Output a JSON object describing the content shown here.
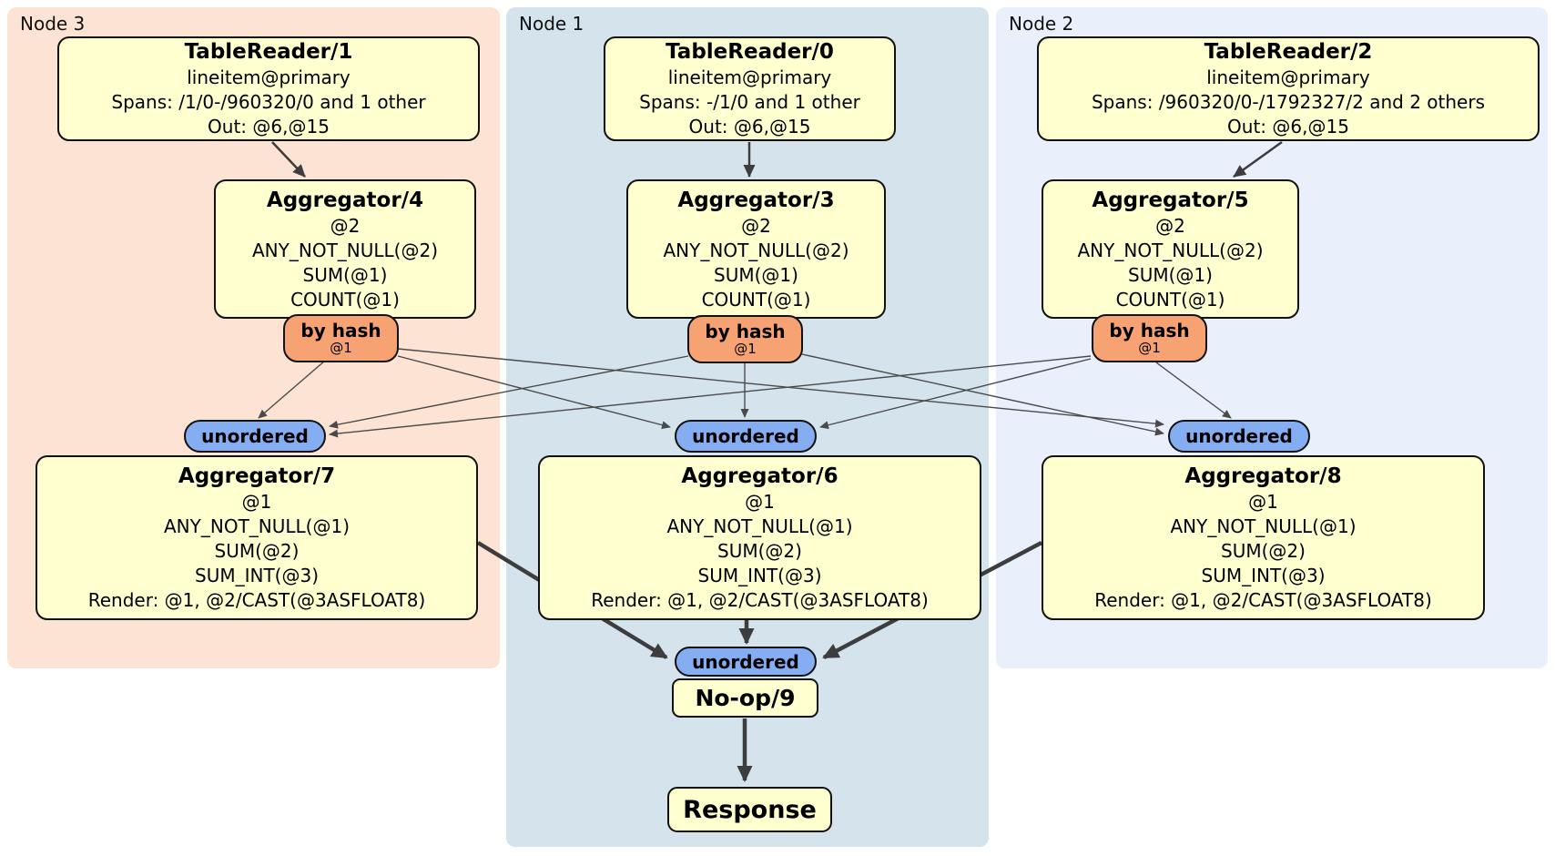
{
  "regions": {
    "node3": {
      "label": "Node 3",
      "bg": "#fce3d4"
    },
    "node1": {
      "label": "Node 1",
      "bg": "#d5e3ed"
    },
    "node2": {
      "label": "Node 2",
      "bg": "#e9effb"
    }
  },
  "colors": {
    "processor_fill": "#ffffcf",
    "router_fill": "#f7a273",
    "sync_fill": "#85aef2",
    "edge": "#3d3d3d"
  },
  "processors": {
    "tablereader1": {
      "title": "TableReader/1",
      "lines": [
        "lineitem@primary",
        "Spans: /1/0-/960320/0 and 1 other",
        "Out: @6,@15"
      ]
    },
    "tablereader0": {
      "title": "TableReader/0",
      "lines": [
        "lineitem@primary",
        "Spans: -/1/0 and 1 other",
        "Out: @6,@15"
      ]
    },
    "tablereader2": {
      "title": "TableReader/2",
      "lines": [
        "lineitem@primary",
        "Spans: /960320/0-/1792327/2 and 2 others",
        "Out: @6,@15"
      ]
    },
    "aggregator4": {
      "title": "Aggregator/4",
      "lines": [
        "@2",
        "ANY_NOT_NULL(@2)",
        "SUM(@1)",
        "COUNT(@1)"
      ]
    },
    "aggregator3": {
      "title": "Aggregator/3",
      "lines": [
        "@2",
        "ANY_NOT_NULL(@2)",
        "SUM(@1)",
        "COUNT(@1)"
      ]
    },
    "aggregator5": {
      "title": "Aggregator/5",
      "lines": [
        "@2",
        "ANY_NOT_NULL(@2)",
        "SUM(@1)",
        "COUNT(@1)"
      ]
    },
    "aggregator7": {
      "title": "Aggregator/7",
      "lines": [
        "@1",
        "ANY_NOT_NULL(@1)",
        "SUM(@2)",
        "SUM_INT(@3)",
        "Render: @1, @2/CAST(@3ASFLOAT8)"
      ]
    },
    "aggregator6": {
      "title": "Aggregator/6",
      "lines": [
        "@1",
        "ANY_NOT_NULL(@1)",
        "SUM(@2)",
        "SUM_INT(@3)",
        "Render: @1, @2/CAST(@3ASFLOAT8)"
      ]
    },
    "aggregator8": {
      "title": "Aggregator/8",
      "lines": [
        "@1",
        "ANY_NOT_NULL(@1)",
        "SUM(@2)",
        "SUM_INT(@3)",
        "Render: @1, @2/CAST(@3ASFLOAT8)"
      ]
    },
    "noop": {
      "title": "No-op/9"
    },
    "response": {
      "title": "Response"
    }
  },
  "router": {
    "label": "by hash",
    "sub": "@1"
  },
  "sync": {
    "label": "unordered"
  }
}
